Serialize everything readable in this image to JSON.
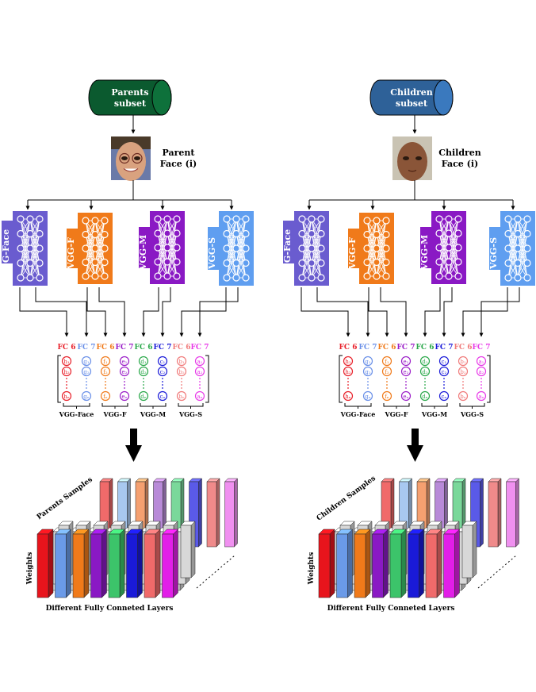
{
  "panels": [
    {
      "id": "parents",
      "subset_label": [
        "Parents",
        "subset"
      ],
      "subset_color": "#0b5a2f",
      "face_label": [
        "Parent",
        "Face (i)"
      ],
      "face_skin": "#d9a27f",
      "samples_label": "Parents Samples",
      "weights_label": "Weights",
      "layers_label": "Different Fully Conneted Layers"
    },
    {
      "id": "children",
      "subset_label": [
        "Children",
        "subset"
      ],
      "subset_color": "#2e6198",
      "face_label": [
        "Children",
        "Face (i)"
      ],
      "face_skin": "#8a5538",
      "samples_label": "Children Samples",
      "weights_label": "Weights",
      "layers_label": "Different Fully Conneted Layers"
    }
  ],
  "networks": [
    {
      "name": "VGG-Face",
      "color": "#6a5ccf"
    },
    {
      "name": "VGG-F",
      "color": "#f07a1a"
    },
    {
      "name": "VGG-M",
      "color": "#8a19c4"
    },
    {
      "name": "VGG-S",
      "color": "#5f9ef0"
    }
  ],
  "feature_columns": [
    {
      "label": "FC 6",
      "color": "#e8202a",
      "glyphs": [
        "h₁",
        "h₂",
        "hₙ"
      ]
    },
    {
      "label": "FC 7",
      "color": "#6a90e8",
      "glyphs": [
        "g₁",
        "g₂",
        "gₙ"
      ]
    },
    {
      "label": "FC 6",
      "color": "#f07a1a",
      "glyphs": [
        "f₁",
        "f₂",
        "fₙ"
      ]
    },
    {
      "label": "FC 7",
      "color": "#9b1fc8",
      "glyphs": [
        "e₁",
        "e₂",
        "eₙ"
      ]
    },
    {
      "label": "FC 6",
      "color": "#2aa84a",
      "glyphs": [
        "d₁",
        "d₂",
        "dₙ"
      ]
    },
    {
      "label": "FC 7",
      "color": "#1a1ad8",
      "glyphs": [
        "c₁",
        "c₂",
        "cₙ"
      ]
    },
    {
      "label": "FC 6",
      "color": "#f07a7a",
      "glyphs": [
        "b₁",
        "b₂",
        "bₙ"
      ]
    },
    {
      "label": "FC 7",
      "color": "#e83ae8",
      "glyphs": [
        "a₁",
        "a₂",
        "aₙ"
      ]
    }
  ],
  "group_labels": [
    "VGG-Face",
    "VGG-F",
    "VGG-M",
    "VGG-S"
  ],
  "slab_colors": [
    "#e8141c",
    "#6a9ae8",
    "#f07a1a",
    "#8a19c4",
    "#3cc46a",
    "#1a1ad8",
    "#f06a6a",
    "#e21ee8"
  ],
  "back_colors": [
    "#f06a6a",
    "#a8c8f0",
    "#f5a070",
    "#b88ad8",
    "#7ad89a",
    "#5a5ae8",
    "#f08a8a",
    "#f090f0"
  ]
}
